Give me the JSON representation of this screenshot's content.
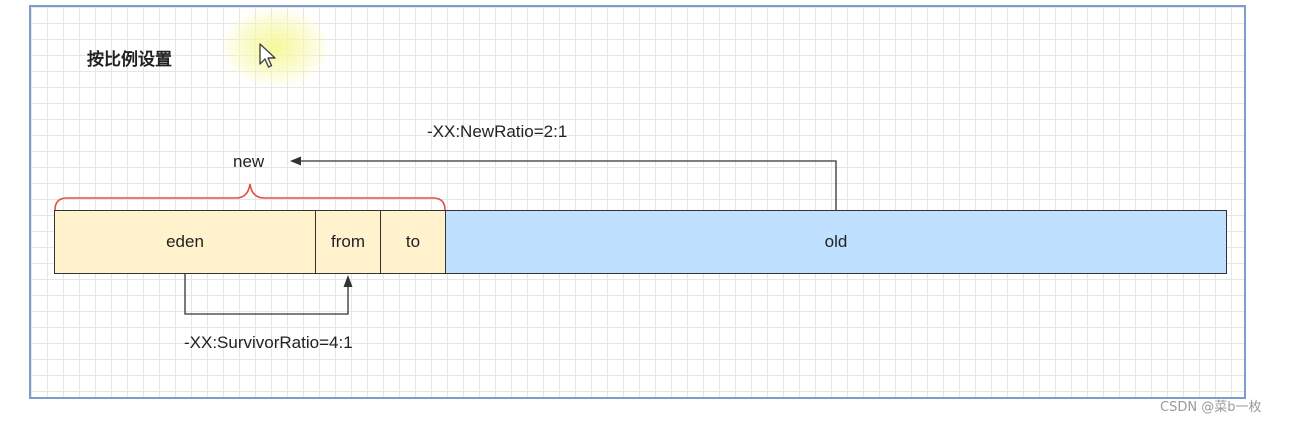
{
  "title": "按比例设置",
  "diagram": {
    "new_label": "new",
    "newratio_label": "-XX:NewRatio=2:1",
    "survivor_label": "-XX:SurvivorRatio=4:1",
    "segments": {
      "eden": "eden",
      "from": "from",
      "to": "to",
      "old": "old"
    }
  },
  "watermark": "CSDN @菜b一枚",
  "colors": {
    "young": "#fff2cc",
    "old": "#bfe1ff",
    "brace": "#e0504a",
    "canvas_border": "#7f9ccc"
  }
}
